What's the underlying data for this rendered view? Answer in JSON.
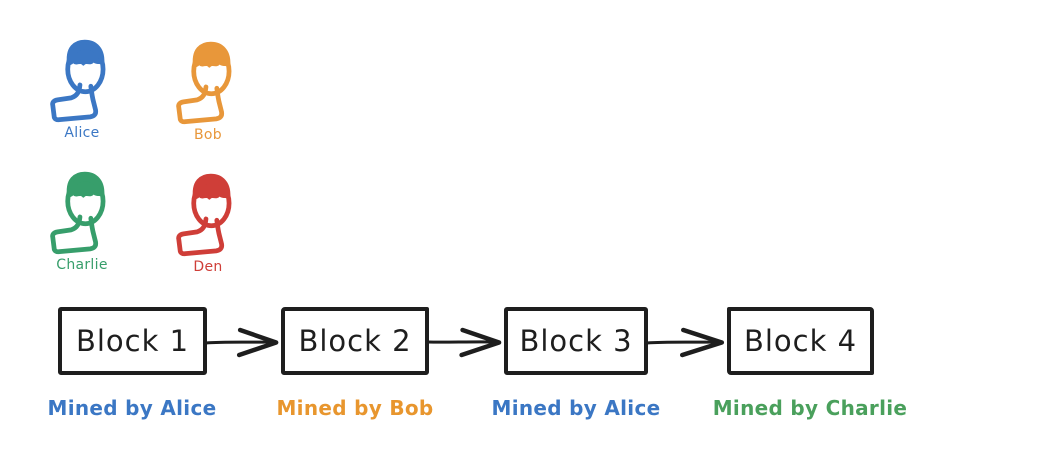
{
  "canvas": {
    "background": "#ffffff"
  },
  "people": [
    {
      "name": "Alice",
      "color": "#3b77c4"
    },
    {
      "name": "Bob",
      "color": "#e8973a"
    },
    {
      "name": "Charlie",
      "color": "#379e6b"
    },
    {
      "name": "Den",
      "color": "#cf3e38"
    }
  ],
  "blockchain": {
    "stroke_color": "#1e1e1e",
    "blocks": [
      {
        "label": "Block 1",
        "miner": "Mined by Alice",
        "miner_color": "#3b77c4"
      },
      {
        "label": "Block 2",
        "miner": "Mined by Bob",
        "miner_color": "#e8962e"
      },
      {
        "label": "Block 3",
        "miner": "Mined by Alice",
        "miner_color": "#3b77c4"
      },
      {
        "label": "Block 4",
        "miner": "Mined by Charlie",
        "miner_color": "#4aa05c"
      }
    ]
  }
}
